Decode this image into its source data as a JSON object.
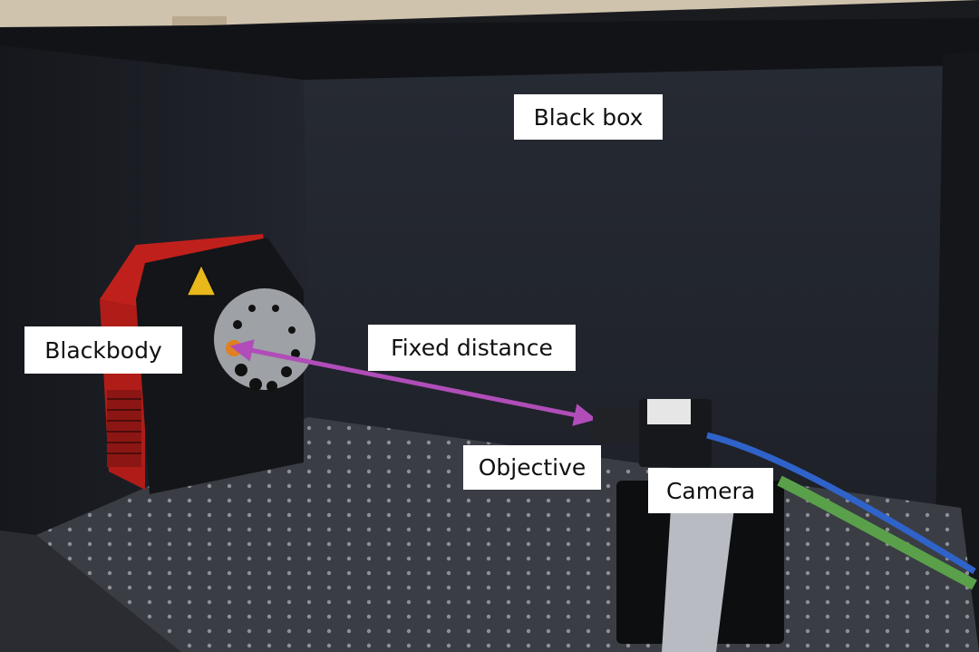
{
  "labels": {
    "black_box": "Black box",
    "blackbody": "Blackbody",
    "fixed_distance": "Fixed distance",
    "objective": "Objective",
    "camera": "Camera"
  },
  "colors": {
    "arrow": "#b04db8",
    "blackbody_housing": "#c0201b",
    "label_background": "#ffffff",
    "box_interior": "#22252d",
    "camera_cable_blue": "#2f63c9",
    "camera_cable_green": "#5aa04a"
  }
}
